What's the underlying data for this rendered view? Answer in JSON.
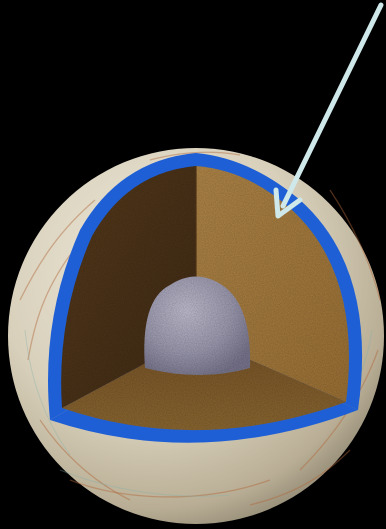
{
  "diagram": {
    "layers": [
      {
        "name": "icy-surface",
        "color": "#d9d2bf"
      },
      {
        "name": "ocean-layer",
        "color": "#1e5fd6"
      },
      {
        "name": "rocky-mantle",
        "color": "#a87a3c"
      },
      {
        "name": "metallic-core",
        "color": "#a9a6bd"
      }
    ],
    "arrow_color": "#cfe8ea",
    "background_color": "#000000"
  }
}
